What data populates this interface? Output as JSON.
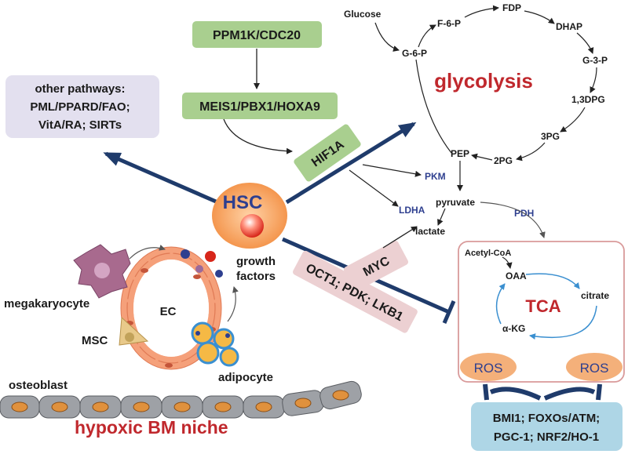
{
  "boxes": {
    "ppm1k": "PPM1K/CDC20",
    "meis1": "MEIS1/PBX1/HOXA9",
    "hif1a": "HIF1A",
    "other_title": "other pathways:",
    "other_line2": "PML/PPARD/FAO;",
    "other_line3": "VitA/RA; SIRTs",
    "myc": "MYC",
    "oct1": "OCT1; PDK; LKB1",
    "bmi1_line1": "BMI1; FOXOs/ATM;",
    "bmi1_line2": "PGC-1; NRF2/HO-1"
  },
  "hsc": "HSC",
  "glycolysis": {
    "title": "glycolysis",
    "glucose": "Glucose",
    "g6p": "G-6-P",
    "f6p": "F-6-P",
    "fdp": "FDP",
    "dhap": "DHAP",
    "g3p": "G-3-P",
    "bpg": "1,3DPG",
    "pg3": "3PG",
    "pg2": "2PG",
    "pep": "PEP",
    "pyruvate": "pyruvate",
    "lactate": "lactate",
    "pkm": "PKM",
    "ldha": "LDHA",
    "pdh": "PDH"
  },
  "tca": {
    "title": "TCA",
    "acetyl": "Acetyl-CoA",
    "oaa": "OAA",
    "citrate": "citrate",
    "akg": "α-KG",
    "ros_left": "ROS",
    "ros_right": "ROS"
  },
  "niche": {
    "megakaryocyte": "megakaryocyte",
    "msc": "MSC",
    "ec": "EC",
    "growth1": "growth",
    "growth2": "factors",
    "adipocyte": "adipocyte",
    "osteoblast": "osteoblast",
    "title": "hypoxic BM niche"
  },
  "colors": {
    "green_box": "#a9cf8f",
    "pink_box": "#ecd0d2",
    "lavender_box": "#e3e0ef",
    "blue_box": "#aed6e6",
    "dark_blue_arrow": "#1f3b6b",
    "red_title": "#c0282d",
    "enzyme_blue": "#2e3f8f",
    "hsc_orange": "#f59e52",
    "ros_orange": "#f4b07a",
    "tca_border": "#d99a9a"
  }
}
